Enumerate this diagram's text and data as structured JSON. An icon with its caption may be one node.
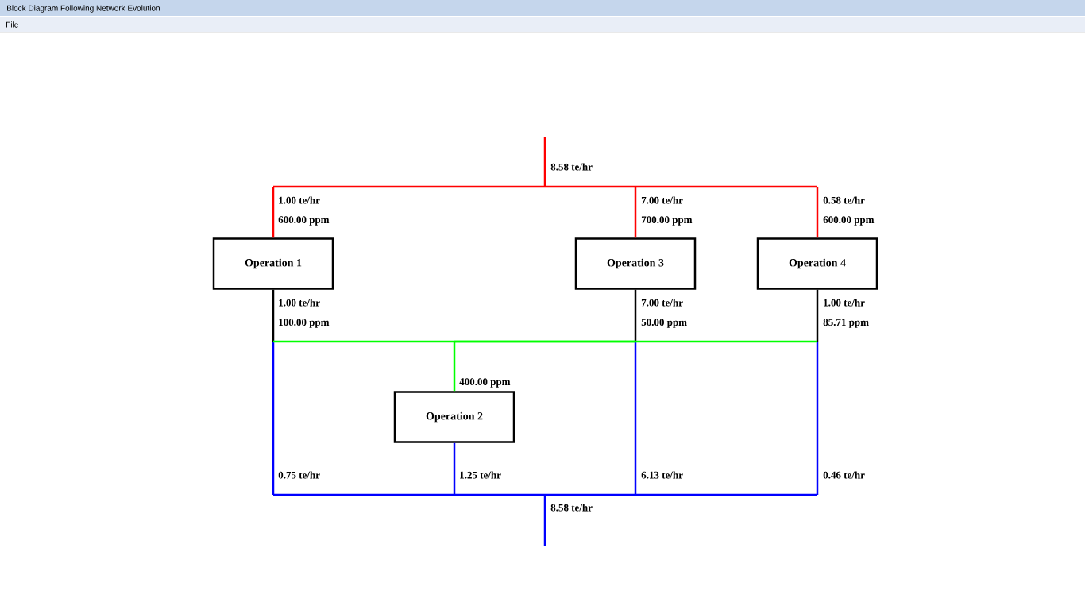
{
  "diagram": {
    "title": "Block Diagram Following Network Evolution",
    "nodes": [
      {
        "text": [
          "Operation 1"
        ]
      },
      {
        "text": [
          "Operation 3"
        ]
      },
      {
        "text": [
          "Operation 4"
        ]
      },
      {
        "text": [
          "Operation 2"
        ]
      }
    ],
    "edges": [
      {
        "from": null,
        "to": 0,
        "arrow": "none",
        "color": "#ff0000"
      },
      {
        "from": null,
        "to": 1,
        "arrow": "none",
        "color": "#ff0000"
      },
      {
        "from": null,
        "to": 2,
        "arrow": "none",
        "color": "#ff0000"
      },
      {
        "from": 0,
        "to": 3,
        "arrow": "none",
        "color": "#00ff00"
      },
      {
        "from": 1,
        "to": 3,
        "arrow": "none",
        "color": "#00ff00"
      },
      {
        "from": 2,
        "to": 3,
        "arrow": "none",
        "color": "#00ff00"
      },
      {
        "from": 0,
        "to": null,
        "arrow": "none",
        "color": "#0000ff"
      },
      {
        "from": 1,
        "to": null,
        "arrow": "none",
        "color": "#0000ff"
      },
      {
        "from": 2,
        "to": null,
        "arrow": "none",
        "color": "#0000ff"
      },
      {
        "from": 3,
        "to": null,
        "arrow": "none",
        "color": "#0000ff"
      }
    ],
    "labels": [
      "File",
      "8.58 te/hr",
      "1.00 te/hr",
      "7.00 te/hr",
      "0.58 te/hr",
      "600.00 ppm",
      "700.00 ppm",
      "600.00 ppm",
      "1.00 te/hr",
      "7.00 te/hr",
      "1.00 te/hr",
      "100.00 ppm",
      "50.00 ppm",
      "85.71 ppm",
      "400.00 ppm",
      "0.75 te/hr",
      "1.25 te/hr",
      "6.13 te/hr",
      "0.46 te/hr",
      "8.58 te/hr"
    ]
  }
}
